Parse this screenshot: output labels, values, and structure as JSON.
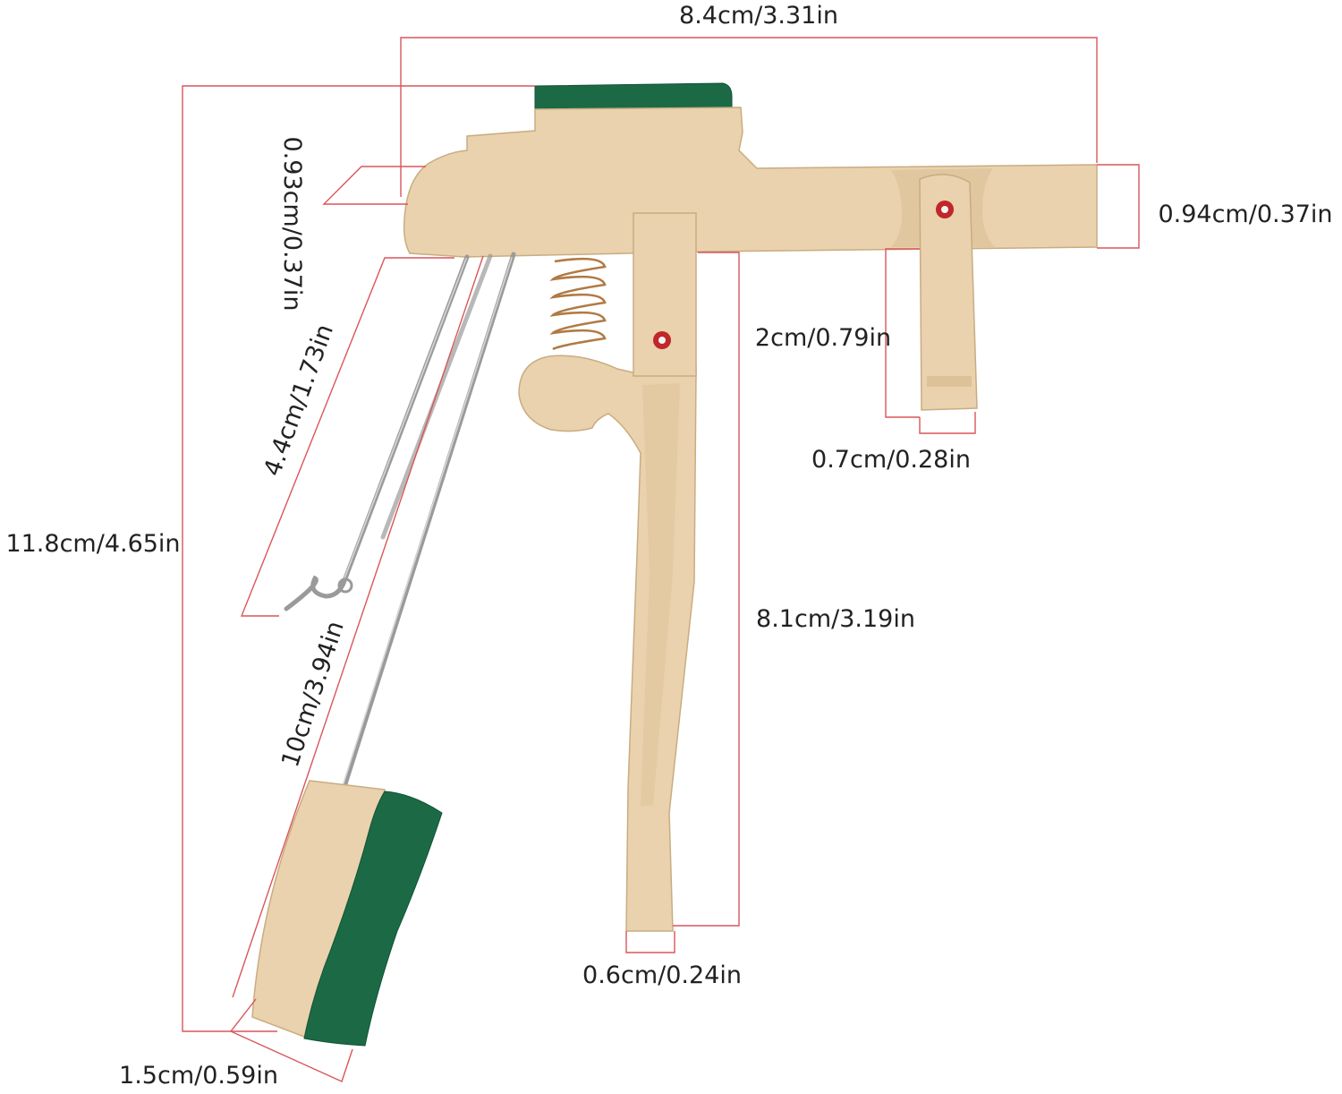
{
  "dimensions": {
    "top_width": "8.4cm/3.31in",
    "overall_height": "11.8cm/4.65in",
    "body_thickness_left": "0.93cm/0.37in",
    "body_thickness_right": "0.94cm/0.37in",
    "upper_wire_length": "4.4cm/1.73in",
    "damper_wire_length": "10cm/3.94in",
    "damper_block_width": "1.5cm/0.59in",
    "jack_height": "2cm/0.79in",
    "jack_width": "0.7cm/0.28in",
    "lever_length": "8.1cm/3.19in",
    "lever_width": "0.6cm/0.24in"
  },
  "colors": {
    "dimension_lines": "#d9565b",
    "felt": "#1b6a45",
    "wood": "#e9d2ad",
    "pins": "#c0262a"
  },
  "icons": {
    "part": "piano-action-assembly-icon"
  }
}
